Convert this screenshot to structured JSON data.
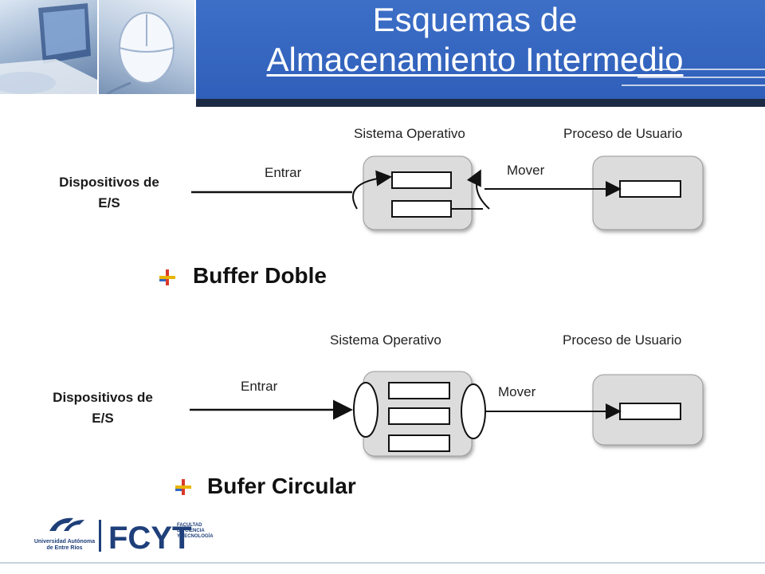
{
  "title": {
    "line1": "Esquemas de",
    "line2": "Almacenamiento Intermedio"
  },
  "colors": {
    "title_band": "#3368c6",
    "title_rule": "#1c2a44",
    "box_fill": "#dcdcdc",
    "brand": "#1e3f7a"
  },
  "icons": {
    "photo_left": "laptop-photo",
    "photo_mid": "mouse-photo",
    "bullet": "bullet-cross-icon"
  },
  "section1": {
    "heading": "Buffer Doble",
    "os_label": "Sistema Operativo",
    "user_label": "Proceso de Usuario",
    "device_line1": "Dispositivos de",
    "device_line2": "E/S",
    "input_label": "Entrar",
    "move_label": "Mover"
  },
  "section2": {
    "heading": "Bufer Circular",
    "os_label": "Sistema Operativo",
    "user_label": "Proceso de Usuario",
    "device_line1": "Dispositivos de",
    "device_line2": "E/S",
    "input_label": "Entrar",
    "move_label": "Mover"
  },
  "footer": {
    "uader_line1": "Universidad Autónoma",
    "uader_line2": "de Entre Ríos",
    "fcyt_logo": "FCYT",
    "fcyt_line1": "FACULTAD",
    "fcyt_line2": "DE CIENCIA",
    "fcyt_line3": "Y TECNOLOGÍA"
  }
}
